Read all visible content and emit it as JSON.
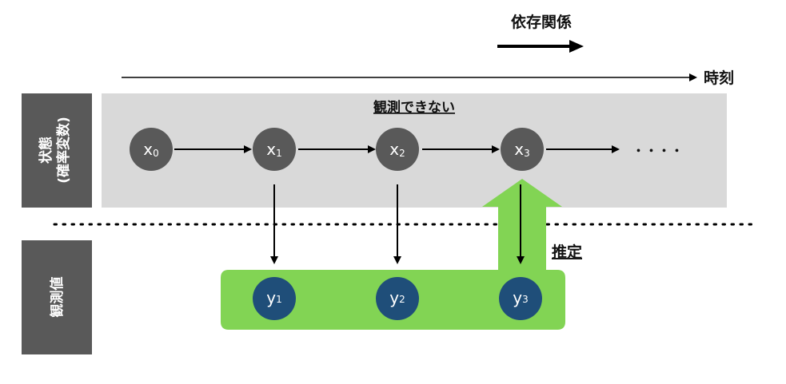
{
  "legend": {
    "label": "依存関係"
  },
  "time_axis": {
    "label": "時刻"
  },
  "hidden_region": {
    "label": "観測できない"
  },
  "estimate": {
    "label": "推定"
  },
  "side_labels": {
    "state_line1": "状態",
    "state_line2": "(確率変数)",
    "observation": "観測値"
  },
  "states": [
    {
      "main": "x",
      "sub": "0"
    },
    {
      "main": "x",
      "sub": "1"
    },
    {
      "main": "x",
      "sub": "2"
    },
    {
      "main": "x",
      "sub": "3"
    }
  ],
  "continuation": "・・・・",
  "observations": [
    {
      "main": "y",
      "sub": "1"
    },
    {
      "main": "y",
      "sub": "2"
    },
    {
      "main": "y",
      "sub": "3"
    }
  ],
  "colors": {
    "state_node": "#595959",
    "observation_node": "#1f4e79",
    "hidden_region": "#d9d9d9",
    "side_label_bg": "#595959",
    "estimate_highlight": "#82d454",
    "arrow": "#000000"
  }
}
